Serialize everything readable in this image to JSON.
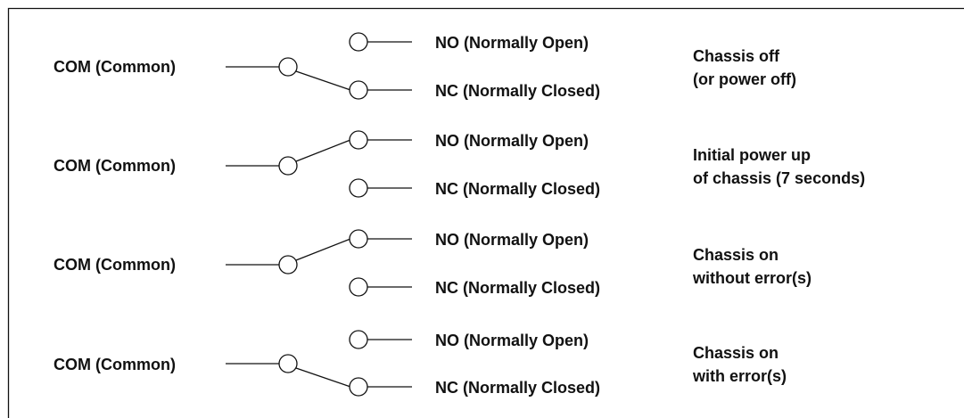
{
  "rows": [
    {
      "com_label": "COM (Common)",
      "no_label": "NO (Normally Open)",
      "nc_label": "NC (Normally Closed)",
      "connected_to": "NC",
      "state_lines": [
        "Chassis off",
        "(or power off)"
      ]
    },
    {
      "com_label": "COM (Common)",
      "no_label": "NO (Normally Open)",
      "nc_label": "NC (Normally Closed)",
      "connected_to": "NO",
      "state_lines": [
        "Initial power up",
        "of chassis (7 seconds)"
      ]
    },
    {
      "com_label": "COM (Common)",
      "no_label": "NO (Normally Open)",
      "nc_label": "NC (Normally Closed)",
      "connected_to": "NO",
      "state_lines": [
        "Chassis on",
        "without error(s)"
      ]
    },
    {
      "com_label": "COM (Common)",
      "no_label": "NO (Normally Open)",
      "nc_label": "NC (Normally Closed)",
      "connected_to": "NC",
      "state_lines": [
        "Chassis on",
        "with error(s)"
      ]
    }
  ]
}
